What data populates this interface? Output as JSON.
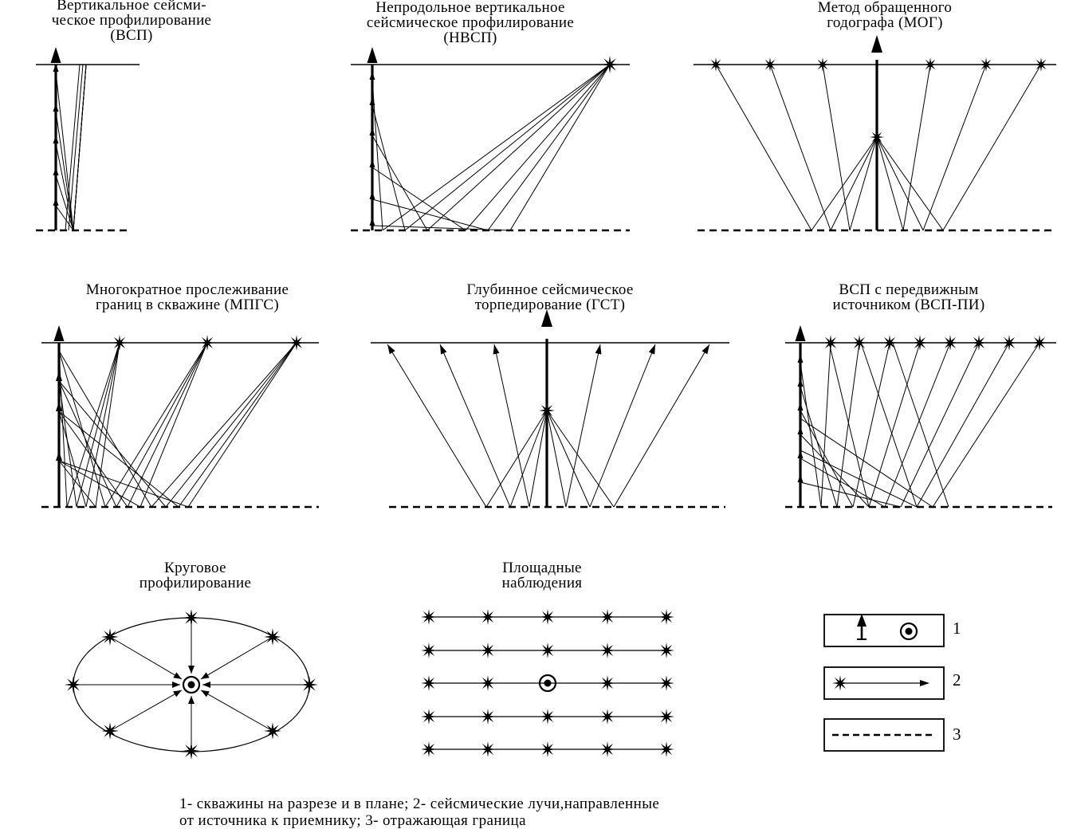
{
  "diagrams": [
    {
      "title": "Вертикальное сейсми-\nческое профилирование\n(ВСП)"
    },
    {
      "title": "Непродольное вертикальное\nсейсмическое профилирование\n(НВСП)"
    },
    {
      "title": "Метод обращенного\nгодографа (МОГ)"
    },
    {
      "title": "Многократное прослеживание\nграниц в скважине (МПГС)"
    },
    {
      "title": "Глубинное сейсмическое\nторпедирование (ГСТ)"
    },
    {
      "title": "ВСП с передвижным\nисточником (ВСП-ПИ)"
    },
    {
      "title": "Круговое\nпрофилирование"
    },
    {
      "title": "Площадные\nнаблюдения"
    }
  ],
  "legend": {
    "items": [
      {
        "number": "1",
        "symbol": "well-section-and-plan-icon"
      },
      {
        "number": "2",
        "symbol": "seismic-ray-icon"
      },
      {
        "number": "3",
        "symbol": "reflecting-boundary-icon"
      }
    ],
    "caption": "1- скважины на разрезе и в плане; 2- сейсмические лучи,направленные\n от источника к приемнику; 3- отражающая граница"
  },
  "colors": {
    "ink": "#000000",
    "background": "#ffffff"
  }
}
